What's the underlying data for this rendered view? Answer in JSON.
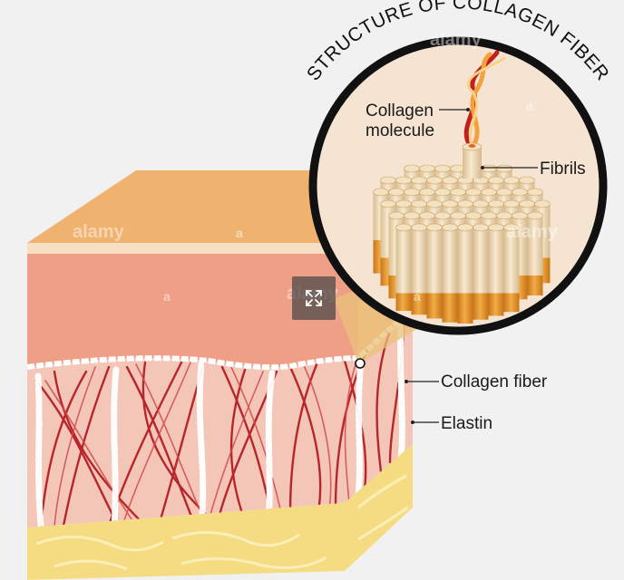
{
  "title": "STRUCTURE OF COLLAGEN FIBER",
  "labels": {
    "collagen_molecule_line1": "Collagen",
    "collagen_molecule_line2": "molecule",
    "fibrils": "Fibrils",
    "collagen_fiber": "Collagen fiber",
    "elastin": "Elastin"
  },
  "watermark": {
    "brand": "alamy",
    "letter": "a"
  },
  "colors": {
    "epidermis": "#ee9f86",
    "epidermis_top": "#f0b36f",
    "dermis": "#f4c2b4",
    "collagen_red": "#b0141c",
    "fat": "#f5dc83",
    "ring": "#111111",
    "fibril_top": "#f4e1c0",
    "fibril_orange": "#e49a33"
  },
  "icons": {
    "expand": "expand-arrows-icon"
  }
}
